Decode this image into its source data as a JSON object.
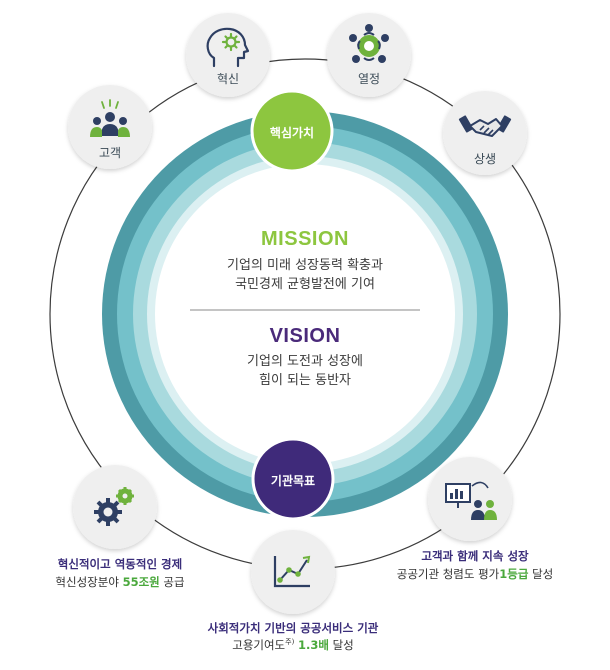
{
  "core_values": {
    "innovation": "혁신",
    "passion": "열정",
    "customer": "고객",
    "win_win": "상생"
  },
  "badges": {
    "core_value": "핵심가치",
    "org_goal": "기관목표"
  },
  "mission": {
    "title": "MISSION",
    "line1": "기업의 미래 성장동력 확충과",
    "line2": "국민경제 균형발전에 기여"
  },
  "vision": {
    "title": "VISION",
    "line1": "기업의 도전과 성장에",
    "line2": "힘이 되는 동반자"
  },
  "goals": {
    "left": {
      "title": "혁신적이고 역동적인 경제",
      "desc_prefix": "혁신성장분야 ",
      "desc_value": "55조원",
      "desc_suffix": " 공급"
    },
    "center": {
      "title": "사회적가치 기반의 공공서비스 기관",
      "desc_prefix": "고용기여도",
      "desc_sup": "주)",
      "desc_value": "1.3배",
      "desc_suffix": " 달성"
    },
    "right": {
      "title": "고객과 함께 지속 성장",
      "desc_prefix": "공공기관 청렴도 평가",
      "desc_value": "1등급",
      "desc_suffix": " 달성"
    }
  },
  "colors": {
    "teal_dark": "#4e9ba6",
    "teal_mid": "#6fbdc6",
    "teal_light": "#a8d9de",
    "badge_green": "#8dc63f",
    "badge_purple": "#3f2a7a",
    "icon_navy": "#2e3f63",
    "icon_green": "#6fb23d"
  }
}
